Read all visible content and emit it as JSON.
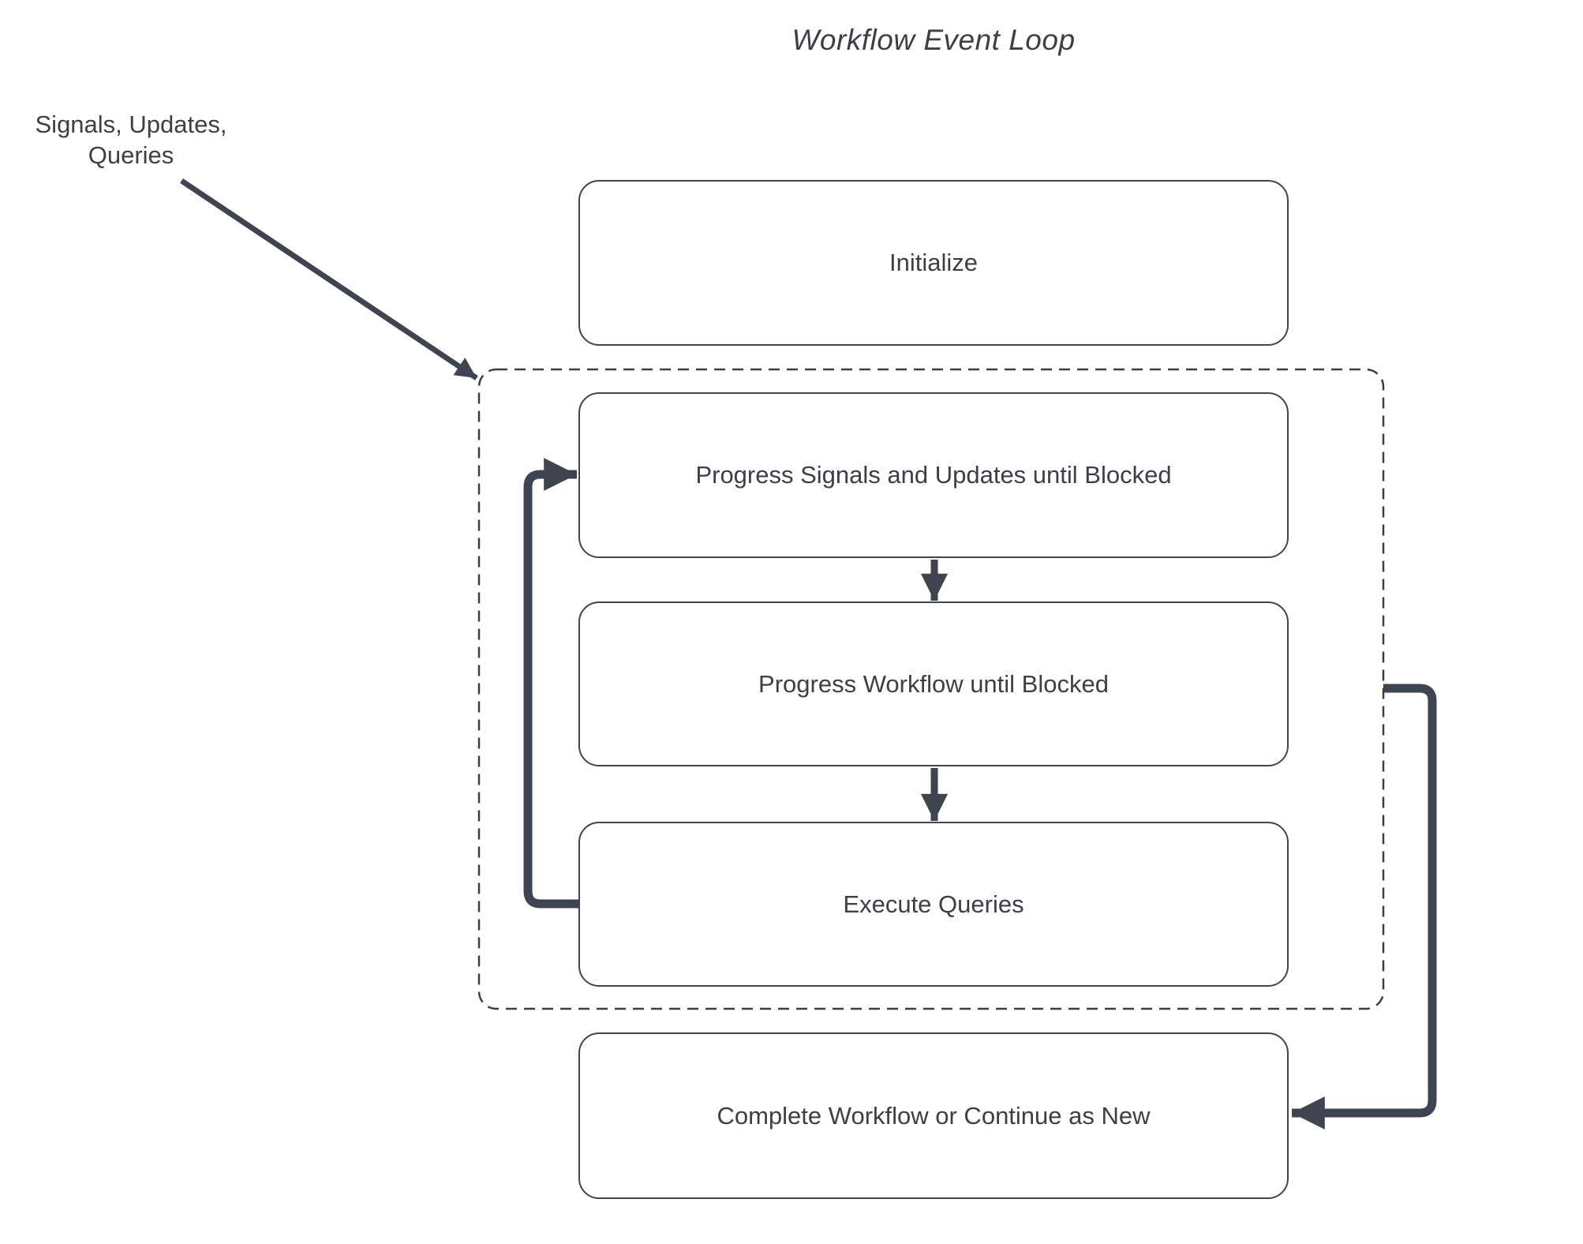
{
  "diagram": {
    "title": "Workflow Event Loop",
    "input_label": {
      "line1": "Signals, Updates,",
      "line2": "Queries"
    },
    "nodes": [
      {
        "id": "initialize",
        "label": "Initialize"
      },
      {
        "id": "progress-signals",
        "label": "Progress Signals and Updates until Blocked"
      },
      {
        "id": "progress-workflow",
        "label": "Progress Workflow until Blocked"
      },
      {
        "id": "execute-queries",
        "label": "Execute Queries"
      },
      {
        "id": "complete-workflow",
        "label": "Complete Workflow or Continue as New"
      }
    ],
    "groups": [
      {
        "id": "event-loop-group",
        "border_style": "dashed",
        "contains": [
          "progress-signals",
          "progress-workflow",
          "execute-queries"
        ]
      }
    ],
    "edges": [
      {
        "from": "input-label",
        "to": "event-loop-group",
        "type": "thin-diagonal-arrow"
      },
      {
        "from": "progress-signals",
        "to": "progress-workflow",
        "type": "arrow-down"
      },
      {
        "from": "progress-workflow",
        "to": "execute-queries",
        "type": "arrow-down"
      },
      {
        "from": "execute-queries",
        "to": "progress-signals",
        "type": "loop-back-left"
      },
      {
        "from": "event-loop-group",
        "to": "complete-workflow",
        "type": "exit-right"
      }
    ],
    "colors": {
      "background": "#ffffff",
      "arrow": "#3e4450",
      "node_border": "#41454c",
      "group_border": "#3a3f46",
      "text": "#3c4046"
    }
  }
}
